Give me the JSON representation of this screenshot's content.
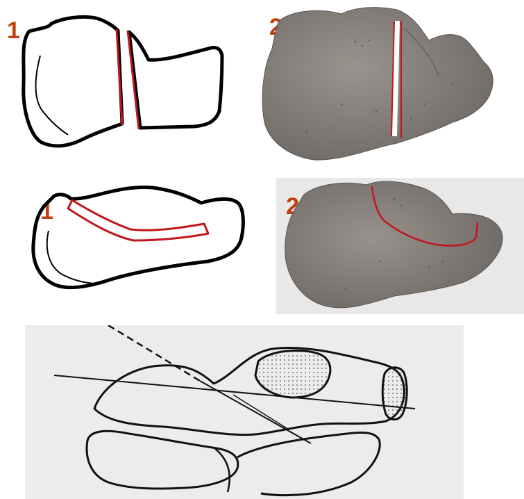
{
  "labels": {
    "top_left": "1",
    "top_right": "2",
    "mid_left": "1",
    "mid_right": "2"
  },
  "colors": {
    "cut_line": "#c0161b",
    "label": "#c0410f",
    "outline": "#000000",
    "bone": "#8a8480"
  }
}
